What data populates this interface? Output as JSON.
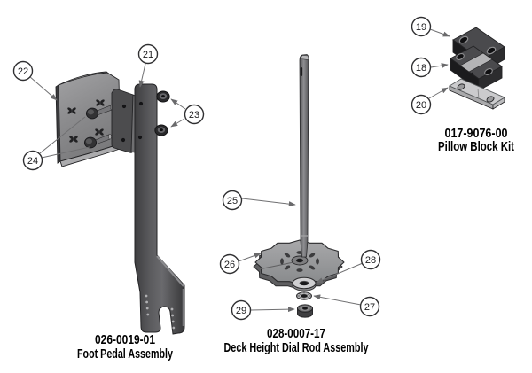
{
  "diagram": {
    "background_color": "#ffffff",
    "assemblies": [
      {
        "id": "foot-pedal",
        "part_number": "026-0019-01",
        "name": "Foot Pedal Assembly"
      },
      {
        "id": "deck-height-dial-rod",
        "part_number": "028-0007-17",
        "name": "Deck Height Dial Rod Assembly"
      },
      {
        "id": "pillow-block-kit",
        "part_number": "017-9076-00",
        "name": "Pillow Block Kit"
      }
    ],
    "callouts": {
      "c18": "18",
      "c19": "19",
      "c20": "20",
      "c21": "21",
      "c22": "22",
      "c23": "23",
      "c24": "24",
      "c25": "25",
      "c26": "26",
      "c27": "27",
      "c28": "28",
      "c29": "29"
    },
    "colors": {
      "part_dark": "#1b1b1d",
      "part_mid": "#58585a",
      "part_light": "#c9c9cb",
      "leader_line": "#707072",
      "callout_stroke": "#2f2f31",
      "label_text": "#000000"
    }
  }
}
